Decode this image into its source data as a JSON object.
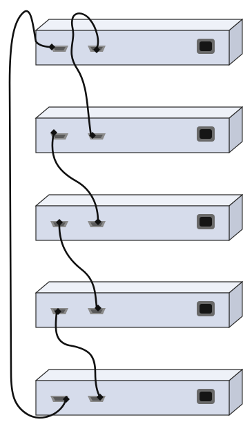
{
  "units": [
    {
      "id": 1,
      "ports": [
        "data-port-a",
        "data-port-b"
      ],
      "connector": "power-inlet"
    },
    {
      "id": 2,
      "ports": [
        "data-port-a",
        "data-port-b"
      ],
      "connector": "power-inlet"
    },
    {
      "id": 3,
      "ports": [
        "data-port-a",
        "data-port-b"
      ],
      "connector": "power-inlet"
    },
    {
      "id": 4,
      "ports": [
        "data-port-a",
        "data-port-b"
      ],
      "connector": "power-inlet"
    },
    {
      "id": 5,
      "ports": [
        "data-port-a",
        "data-port-b"
      ],
      "connector": "power-inlet"
    }
  ],
  "connections": [
    {
      "from": "unit-1-port-b",
      "to": "unit-2-port-b"
    },
    {
      "from": "unit-2-port-a",
      "to": "unit-3-port-b"
    },
    {
      "from": "unit-3-port-a",
      "to": "unit-4-port-b"
    },
    {
      "from": "unit-4-port-a",
      "to": "unit-5-port-b"
    },
    {
      "from": "unit-5-port-a",
      "to": "unit-1-port-a",
      "route": "loop-back-left"
    }
  ],
  "colors": {
    "box_front": "#d6dceb",
    "box_top": "#eef1f8",
    "box_side": "#c3c9d8",
    "outline": "#2a2a2a",
    "cable": "#111111",
    "port": "#8c8c8c",
    "power_inlet": "#151515"
  },
  "icons": {
    "power_inlet": "power-inlet-icon",
    "data_port": "data-port-icon"
  }
}
